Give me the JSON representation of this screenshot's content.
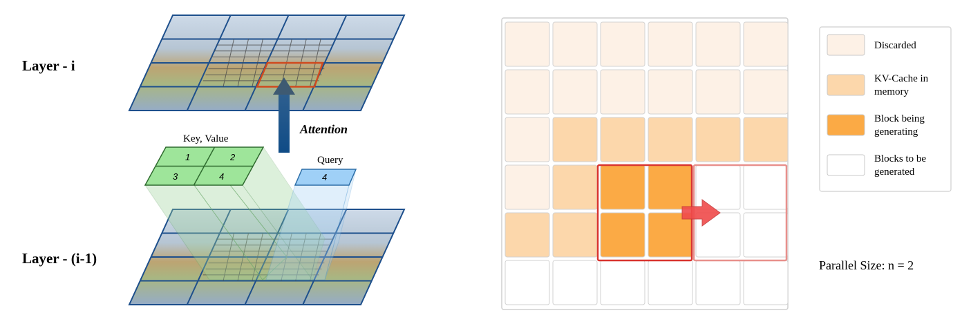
{
  "left_panel": {
    "layer_top_label": "Layer - i",
    "layer_bottom_label": "Layer - (i-1)",
    "attention_label": "Attention",
    "kv_label": "Key, Value",
    "query_label": "Query",
    "kv_blocks": [
      "1",
      "2",
      "3",
      "4"
    ],
    "query_block": "4"
  },
  "right_panel": {
    "grid_rows": 6,
    "grid_cols": 6,
    "cell_states": [
      [
        "discarded",
        "discarded",
        "discarded",
        "discarded",
        "discarded",
        "discarded"
      ],
      [
        "discarded",
        "discarded",
        "discarded",
        "discarded",
        "discarded",
        "discarded"
      ],
      [
        "discarded",
        "kv",
        "kv",
        "kv",
        "kv",
        "kv"
      ],
      [
        "discarded",
        "kv",
        "generating",
        "generating",
        "to_generate",
        "to_generate"
      ],
      [
        "kv",
        "kv",
        "generating",
        "generating",
        "to_generate",
        "to_generate"
      ],
      [
        "to_generate",
        "to_generate",
        "to_generate",
        "to_generate",
        "to_generate",
        "to_generate"
      ]
    ],
    "colors": {
      "discarded": "#fdf1e6",
      "kv": "#fcd7ab",
      "generating": "#fbaa45",
      "to_generate": "#ffffff",
      "highlight_border": "#d9342f",
      "arrow": "#f04b4b"
    },
    "legend": [
      {
        "state": "discarded",
        "label_line1": "Discarded",
        "label_line2": ""
      },
      {
        "state": "kv",
        "label_line1": "KV-Cache in",
        "label_line2": "memory"
      },
      {
        "state": "generating",
        "label_line1": "Block being",
        "label_line2": "generating"
      },
      {
        "state": "to_generate",
        "label_line1": "Blocks to be",
        "label_line2": "generated"
      }
    ],
    "parallel_size_label": "Parallel Size: n = 2"
  }
}
